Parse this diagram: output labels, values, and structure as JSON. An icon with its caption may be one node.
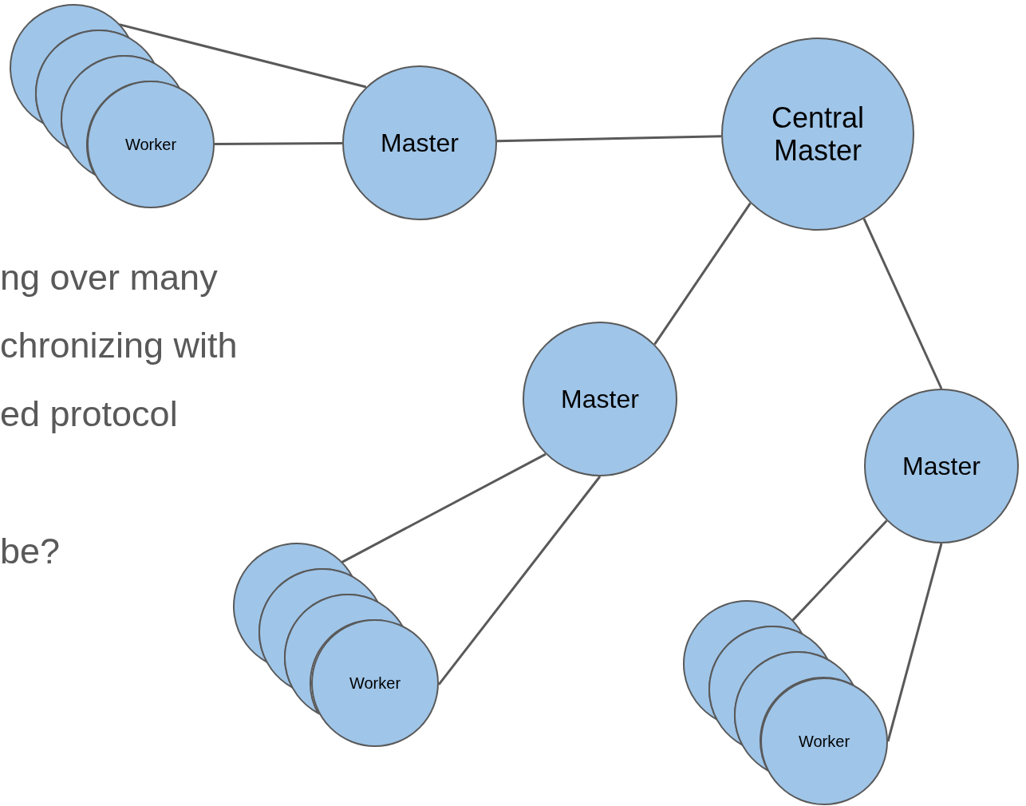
{
  "diagram": {
    "nodes": [
      {
        "text": [],
        "shape": "circle"
      },
      {
        "text": [],
        "shape": "circle"
      },
      {
        "text": [],
        "shape": "circle"
      },
      {
        "text": [
          "Worker"
        ]
      },
      {
        "text": [
          "Master"
        ]
      },
      {
        "text": [
          "Central Master"
        ]
      },
      {
        "text": [
          "Master"
        ]
      },
      {
        "text": [
          "Master"
        ]
      },
      {
        "text": [],
        "shape": "circle"
      },
      {
        "text": [],
        "shape": "circle"
      },
      {
        "text": [],
        "shape": "circle"
      },
      {
        "text": [
          "Worker"
        ]
      },
      {
        "text": [],
        "shape": "circle"
      },
      {
        "text": [],
        "shape": "circle"
      },
      {
        "text": [],
        "shape": "circle"
      },
      {
        "text": [
          "Worker"
        ]
      }
    ],
    "edges": [
      {
        "from": 0,
        "to": 4,
        "arrow": "none"
      },
      {
        "from": 3,
        "to": 4,
        "arrow": "none"
      },
      {
        "from": 4,
        "to": 5,
        "arrow": "none"
      },
      {
        "from": 5,
        "to": 6,
        "arrow": "none"
      },
      {
        "from": 5,
        "to": 7,
        "arrow": "none"
      },
      {
        "from": 6,
        "to": 8,
        "arrow": "none"
      },
      {
        "from": 6,
        "to": 11,
        "arrow": "none"
      },
      {
        "from": 7,
        "to": 12,
        "arrow": "none"
      },
      {
        "from": 7,
        "to": 15,
        "arrow": "none"
      }
    ],
    "labels": [
      "ng over many",
      "chronizing with",
      "ed protocol",
      "be?"
    ]
  }
}
